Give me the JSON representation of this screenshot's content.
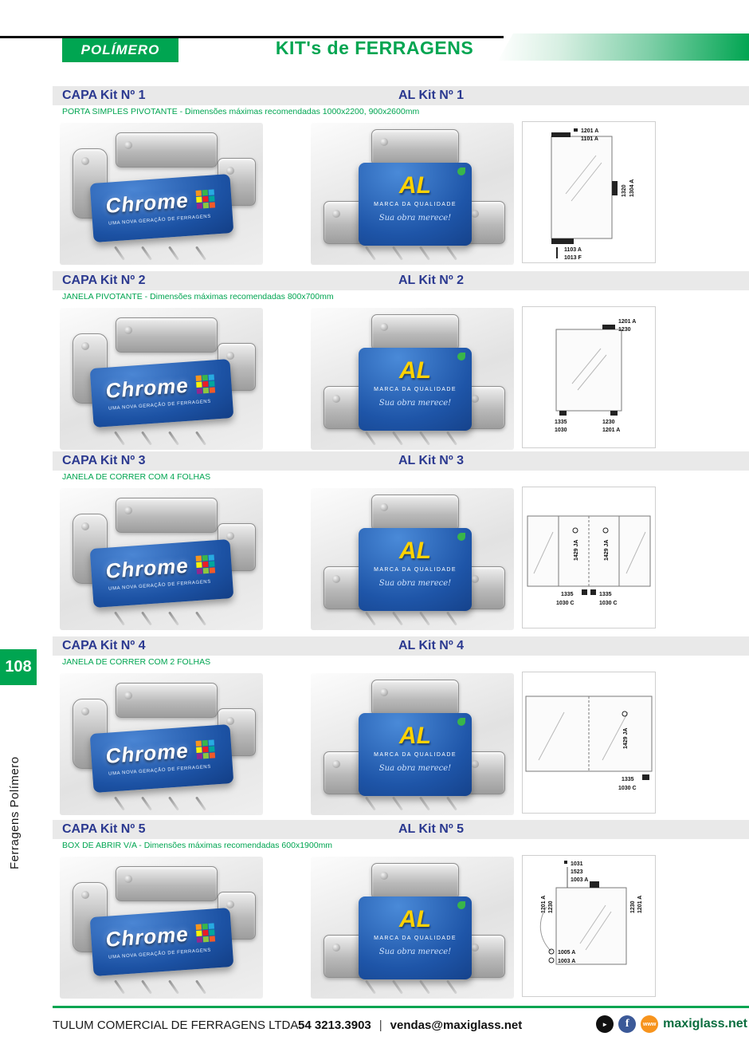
{
  "header": {
    "badge": "POLÍMERO",
    "title": "KIT's de FERRAGENS"
  },
  "sidebar": {
    "page_number": "108",
    "label": "Ferragens Polímero"
  },
  "brands": {
    "chrome": {
      "name": "Chrome",
      "tagline": "UMA NOVA GERAÇÃO DE FERRAGENS"
    },
    "al": {
      "name": "AL",
      "tagline": "MARCA DA QUALIDADE",
      "slogan": "Sua obra merece!"
    }
  },
  "sections": [
    {
      "left_title": "CAPA Kit Nº 1",
      "right_title": "AL Kit Nº 1",
      "subtitle": "PORTA SIMPLES PIVOTANTE - Dimensões máximas recomendadas 1000x2200, 900x2600mm",
      "diagram_labels": [
        "1201 A",
        "1101 A",
        "1320",
        "1304 A",
        "1103 A",
        "1013 F"
      ]
    },
    {
      "left_title": "CAPA Kit Nº 2",
      "right_title": "AL Kit Nº 2",
      "subtitle": "JANELA PIVOTANTE - Dimensões máximas recomendadas 800x700mm",
      "diagram_labels": [
        "1201 A",
        "1230",
        "1335",
        "1030",
        "1230",
        "1201 A"
      ]
    },
    {
      "left_title": "CAPA  Kit Nº 3",
      "right_title": "AL Kit Nº 3",
      "subtitle": "JANELA DE CORRER COM 4 FOLHAS",
      "diagram_labels": [
        "1429 JA",
        "1429 JA",
        "1335",
        "1335",
        "1030 C",
        "1030 C"
      ]
    },
    {
      "left_title": "CAPA Kit Nº 4",
      "right_title": "AL Kit Nº 4",
      "subtitle": "JANELA DE CORRER COM 2 FOLHAS",
      "diagram_labels": [
        "1429 JA",
        "1335",
        "1030 C"
      ]
    },
    {
      "left_title": "CAPA Kit Nº 5",
      "right_title": "AL Kit Nº 5",
      "subtitle": "BOX DE ABRIR V/A - Dimensões máximas recomendadas 600x1900mm",
      "diagram_labels": [
        "1031",
        "1523",
        "1003 A",
        "1201 A",
        "1230",
        "1230",
        "1201 A",
        "1005 A",
        "1003 A"
      ]
    }
  ],
  "footer": {
    "company": "TULUM COMERCIAL DE FERRAGENS LTDA.",
    "phone": "54 3213.3903",
    "separator": "|",
    "email": "vendas@maxiglass.net",
    "website": "maxiglass.net",
    "youtube": "You Tube",
    "facebook": "f",
    "www": "www"
  },
  "colors": {
    "brand_green": "#00A551",
    "heading_blue": "#2B3990",
    "box_blue": "#1C52A4",
    "al_yellow": "#FFD200",
    "www_orange": "#F7941D"
  }
}
